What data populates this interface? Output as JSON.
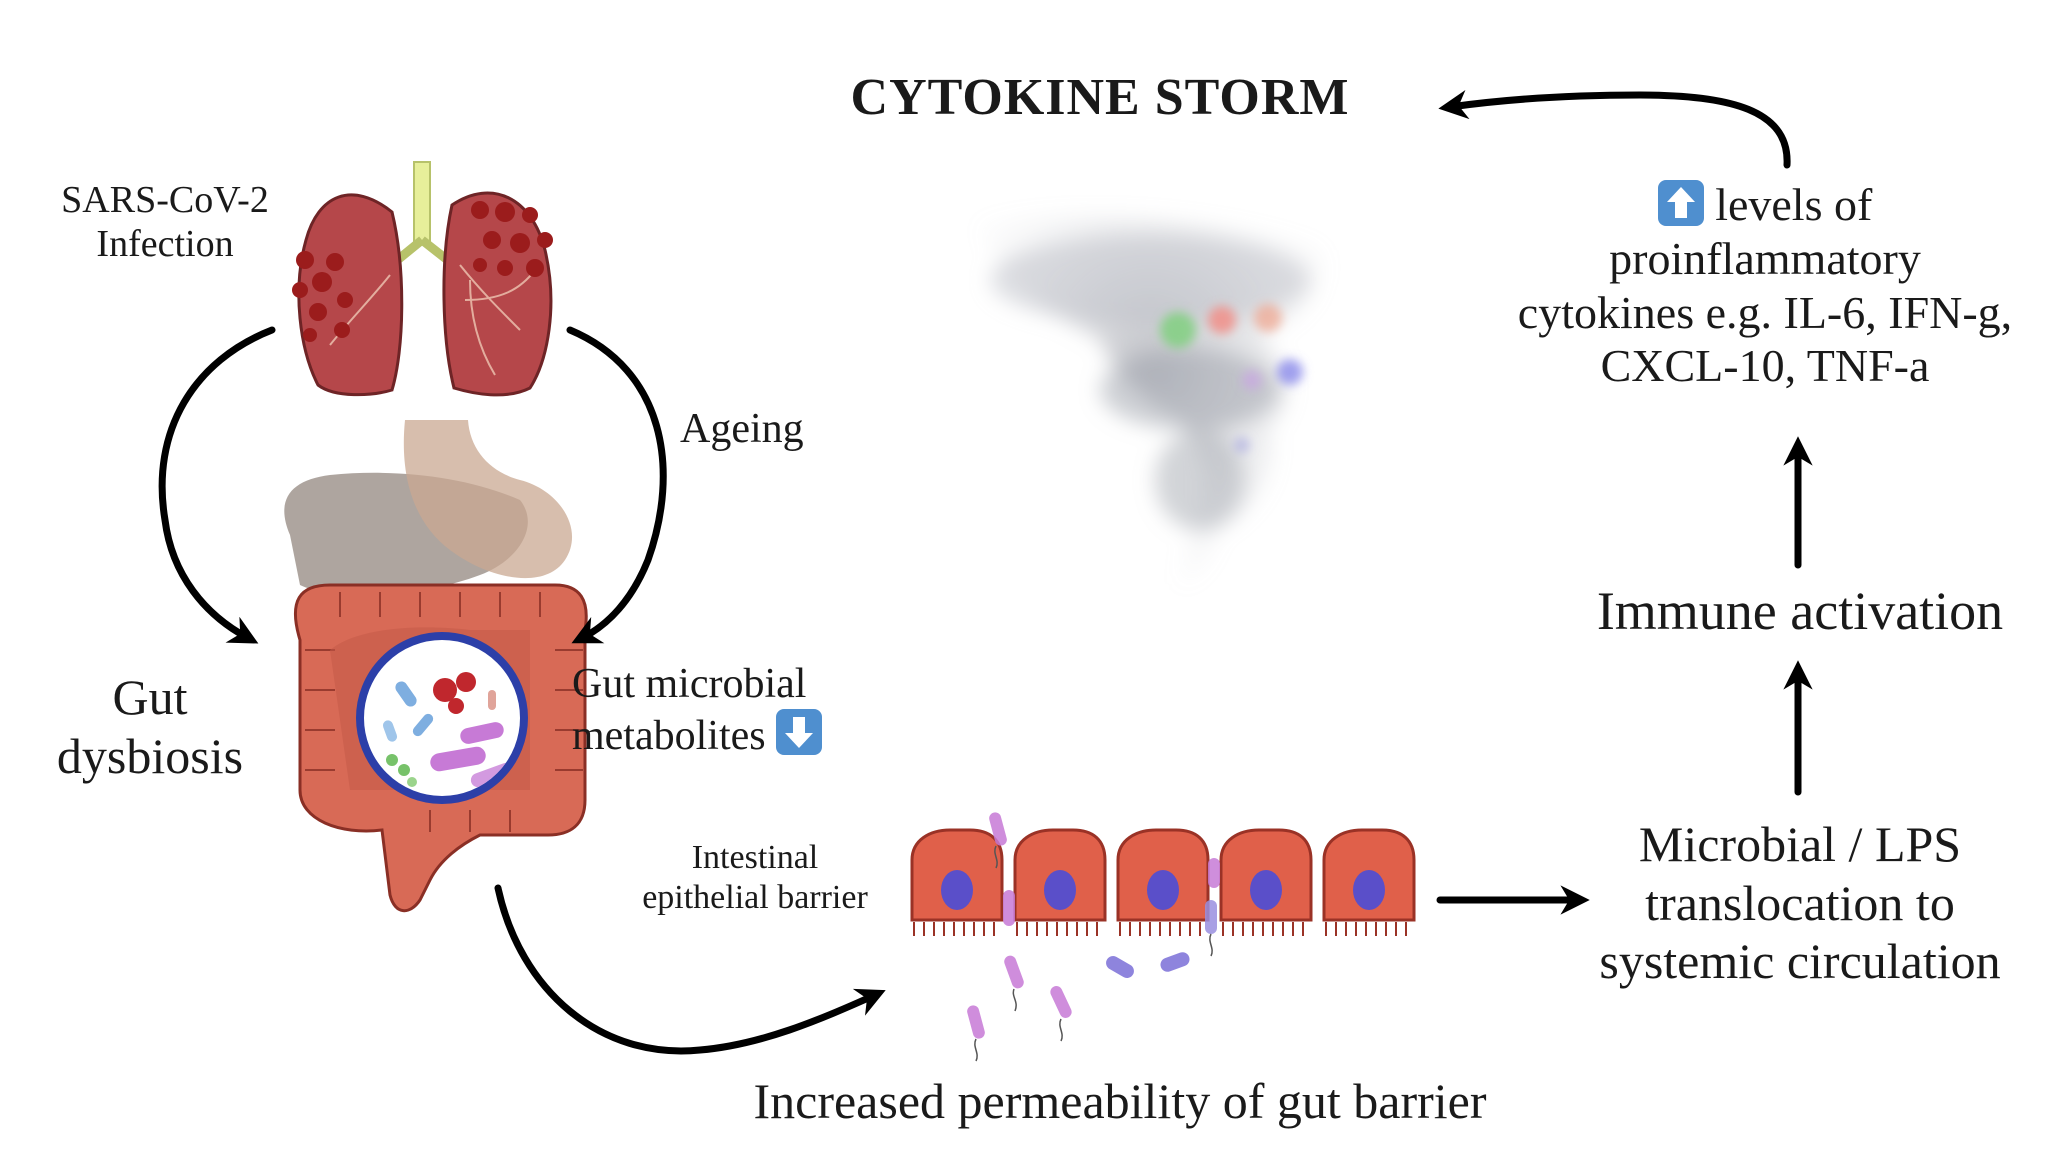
{
  "title": "CYTOKINE STORM",
  "labels": {
    "infection_line1": "SARS-CoV-2",
    "infection_line2": "Infection",
    "ageing": "Ageing",
    "dysbiosis_line1": "Gut",
    "dysbiosis_line2": "dysbiosis",
    "metabolites_line1": "Gut microbial",
    "metabolites_line2": "metabolites",
    "barrier_line1": "Intestinal",
    "barrier_line2": "epithelial barrier",
    "permeability": "Increased permeability of gut barrier",
    "translocation_line1": "Microbial / LPS",
    "translocation_line2": "translocation to",
    "translocation_line3": "systemic circulation",
    "immune": "Immune activation",
    "cytokines_line1": "levels of",
    "cytokines_line2": "proinflammatory",
    "cytokines_line3": "cytokines e.g. IL-6, IFN-g,",
    "cytokines_line4": "CXCL-10, TNF-a"
  },
  "icons": {
    "increase": "up-arrow-box-icon",
    "decrease": "down-arrow-box-icon"
  },
  "colors": {
    "lung": "#b5474a",
    "colon": "#d86a56",
    "cell": "#e0604a",
    "nucleus": "#5a4fc9",
    "bacteria": "#c77ad6",
    "indicator_box": "#4f8fcf",
    "arrow": "#000000"
  }
}
